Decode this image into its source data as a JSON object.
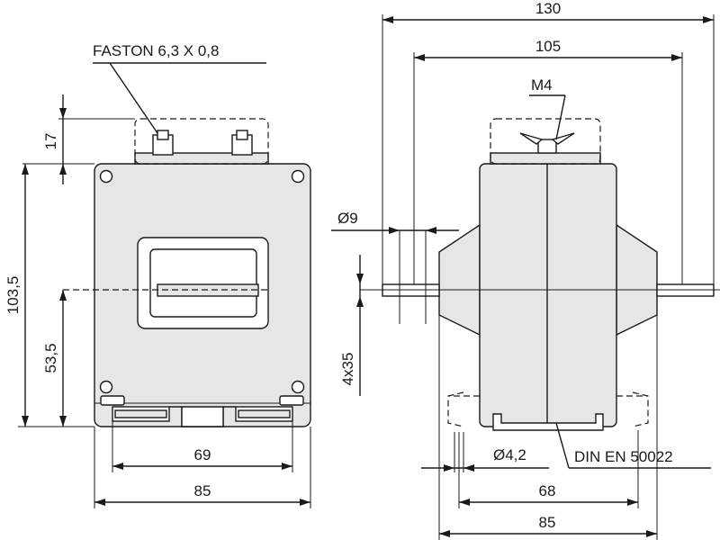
{
  "front_view": {
    "faston_label": "FASTON 6,3 X 0,8",
    "dim_17": "17",
    "dim_103_5": "103,5",
    "dim_53_5": "53,5",
    "dim_69": "69",
    "dim_85": "85"
  },
  "side_view": {
    "dim_130": "130",
    "dim_105": "105",
    "m4_label": "M4",
    "dia_9": "Ø9",
    "dim_4x35": "4x35",
    "dia_4_2": "Ø4,2",
    "din_label": "DIN EN 50022",
    "dim_68": "68",
    "dim_85": "85"
  }
}
